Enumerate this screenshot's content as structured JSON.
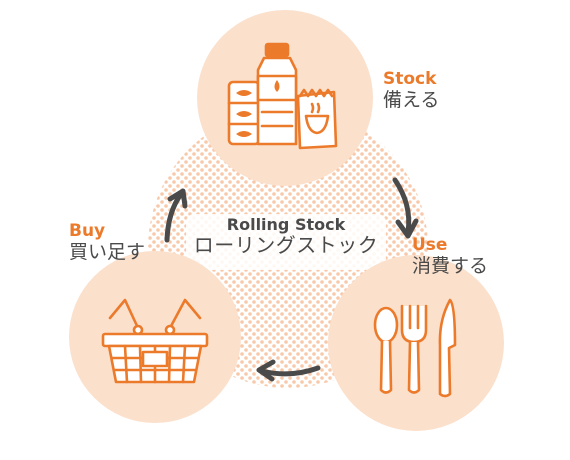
{
  "center": {
    "title_en": "Rolling Stock",
    "title_jp": "ローリングストック"
  },
  "stages": {
    "stock": {
      "label_en": "Stock",
      "label_jp": "備える",
      "icon": "stockpile-icon"
    },
    "use": {
      "label_en": "Use",
      "label_jp": "消費する",
      "icon": "cutlery-icon"
    },
    "buy": {
      "label_en": "Buy",
      "label_jp": "買い足す",
      "icon": "shopping-basket-icon"
    }
  },
  "colors": {
    "accent_orange": "#ec7a2b",
    "circle_fill": "#fbe0cc",
    "dots": "#f7c9aa",
    "text_dark": "#4a4a4a",
    "arrow": "#4a4a4a"
  }
}
